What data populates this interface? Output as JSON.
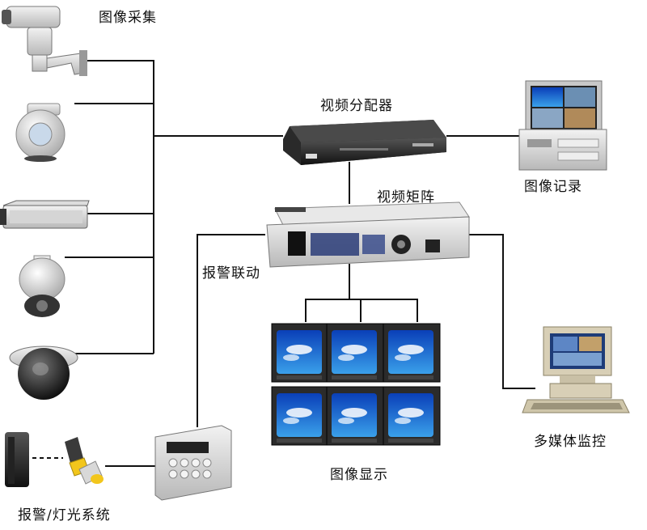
{
  "labels": {
    "image_capture": "图像采集",
    "video_distributor": "视频分配器",
    "image_recording": "图像记录",
    "video_matrix": "视频矩阵",
    "alarm_linkage": "报警联动",
    "multimedia_monitoring": "多媒体监控",
    "image_display": "图像显示",
    "alarm_light_system": "报警/灯光系统"
  }
}
